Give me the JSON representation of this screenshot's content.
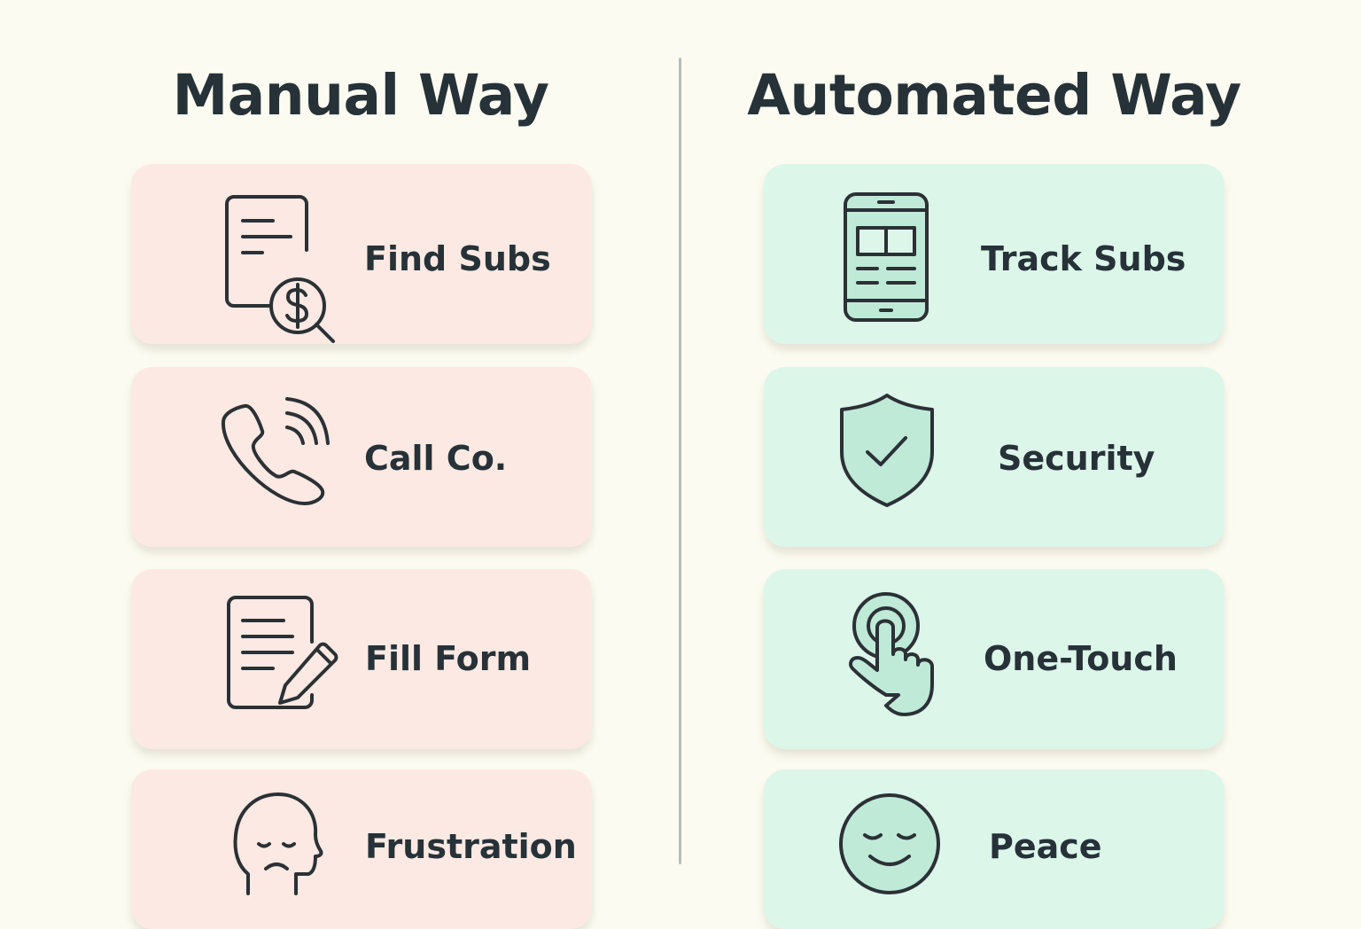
{
  "manual": {
    "title": "Manual Way",
    "items": [
      {
        "label": "Find Subs",
        "icon": "document-dollar-search-icon"
      },
      {
        "label": "Call Co.",
        "icon": "phone-call-icon"
      },
      {
        "label": "Fill Form",
        "icon": "form-pencil-icon"
      },
      {
        "label": "Frustration",
        "icon": "sad-head-icon"
      }
    ]
  },
  "automated": {
    "title": "Automated Way",
    "items": [
      {
        "label": "Track Subs",
        "icon": "smartphone-dashboard-icon"
      },
      {
        "label": "Security",
        "icon": "shield-check-icon"
      },
      {
        "label": "One-Touch",
        "icon": "tap-hand-icon"
      },
      {
        "label": "Peace",
        "icon": "smiley-face-icon"
      }
    ]
  },
  "colors": {
    "background": "#fcfbf1",
    "manual_card": "#fde9e3",
    "automated_card": "#dcf6ea",
    "text": "#263238",
    "icon_stroke": "#2b3135",
    "automated_icon_fill": "#bfead8",
    "divider": "#b9bcbc"
  }
}
